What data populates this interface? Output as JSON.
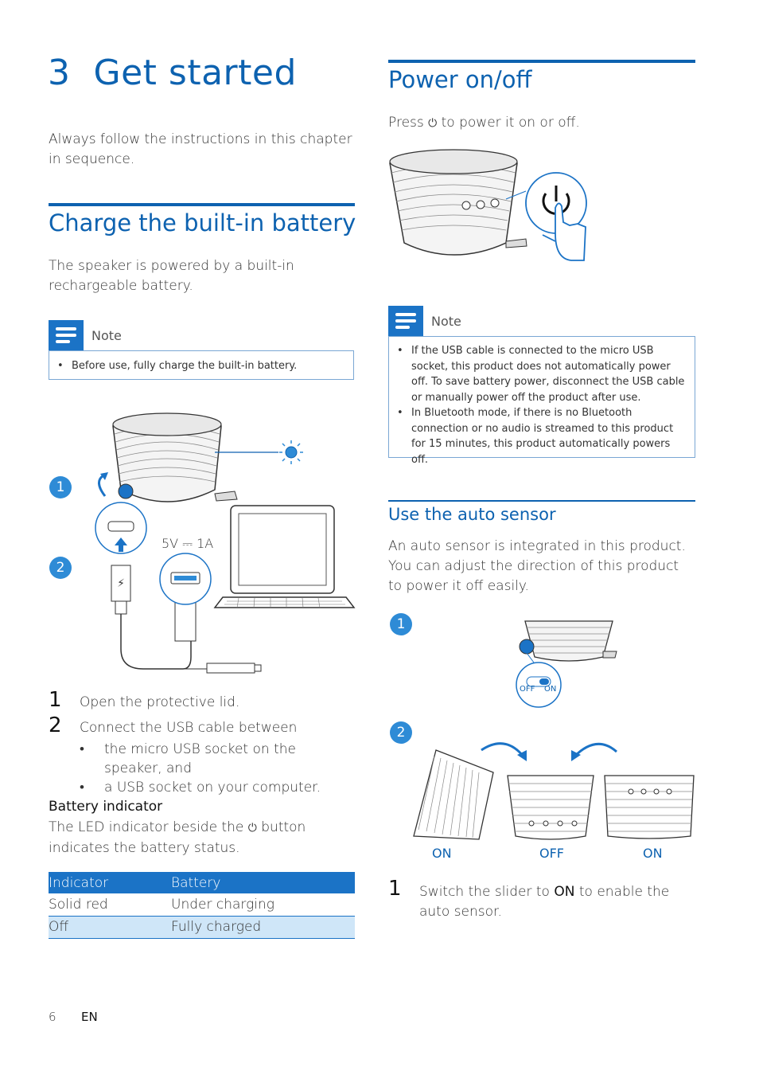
{
  "chapter": {
    "number": "3",
    "title": "Get started",
    "intro": "Always follow the instructions in this chapter in sequence."
  },
  "charge": {
    "heading": "Charge the built-in battery",
    "text": "The speaker is powered by a built-in rechargeable battery.",
    "note": {
      "label": "Note",
      "items": [
        "Before use, fully charge the built-in battery."
      ]
    },
    "figure": {
      "step1": "1",
      "step2": "2",
      "power_label": "5V ⎓ 1A"
    },
    "steps": [
      {
        "num": "1",
        "text": "Open the protective lid."
      },
      {
        "num": "2",
        "text": "Connect the USB cable between"
      }
    ],
    "bullets": [
      "the micro USB socket on the speaker, and",
      "a USB socket on your computer."
    ],
    "battery_heading": "Battery indicator",
    "battery_text_before": "The LED indicator beside the",
    "battery_text_after": "button indicates the battery status.",
    "table": {
      "headers": [
        "Indicator",
        "Battery"
      ],
      "rows": [
        [
          "Solid red",
          "Under charging"
        ],
        [
          "Off",
          "Fully charged"
        ]
      ]
    }
  },
  "power": {
    "heading": "Power on/off",
    "text_before": "Press",
    "text_after": "to power it on or off.",
    "note": {
      "label": "Note",
      "items": [
        "If the USB cable is connected to the micro USB socket, this product does not automatically power off. To save battery power, disconnect the USB cable or manually power off the product after use.",
        "In Bluetooth mode, if there is no Bluetooth connection or no audio is streamed to this product for 15 minutes, this product automatically powers off."
      ]
    }
  },
  "auto": {
    "heading": "Use the auto sensor",
    "text": "An auto sensor is integrated in this product. You can adjust the direction of this product to power it off easily.",
    "figure": {
      "step1": "1",
      "step2": "2",
      "slider_off": "OFF",
      "slider_on": "ON",
      "labels": [
        "ON",
        "OFF",
        "ON"
      ]
    },
    "step": {
      "num": "1",
      "text_before": "Switch the slider to",
      "text_bold": "ON",
      "text_after": "to enable the auto sensor."
    }
  },
  "footer": {
    "page": "6",
    "lang": "EN"
  },
  "colors": {
    "accent": "#0d62b0",
    "table_header": "#1b73c6",
    "table_alt": "#cfe6f8"
  }
}
